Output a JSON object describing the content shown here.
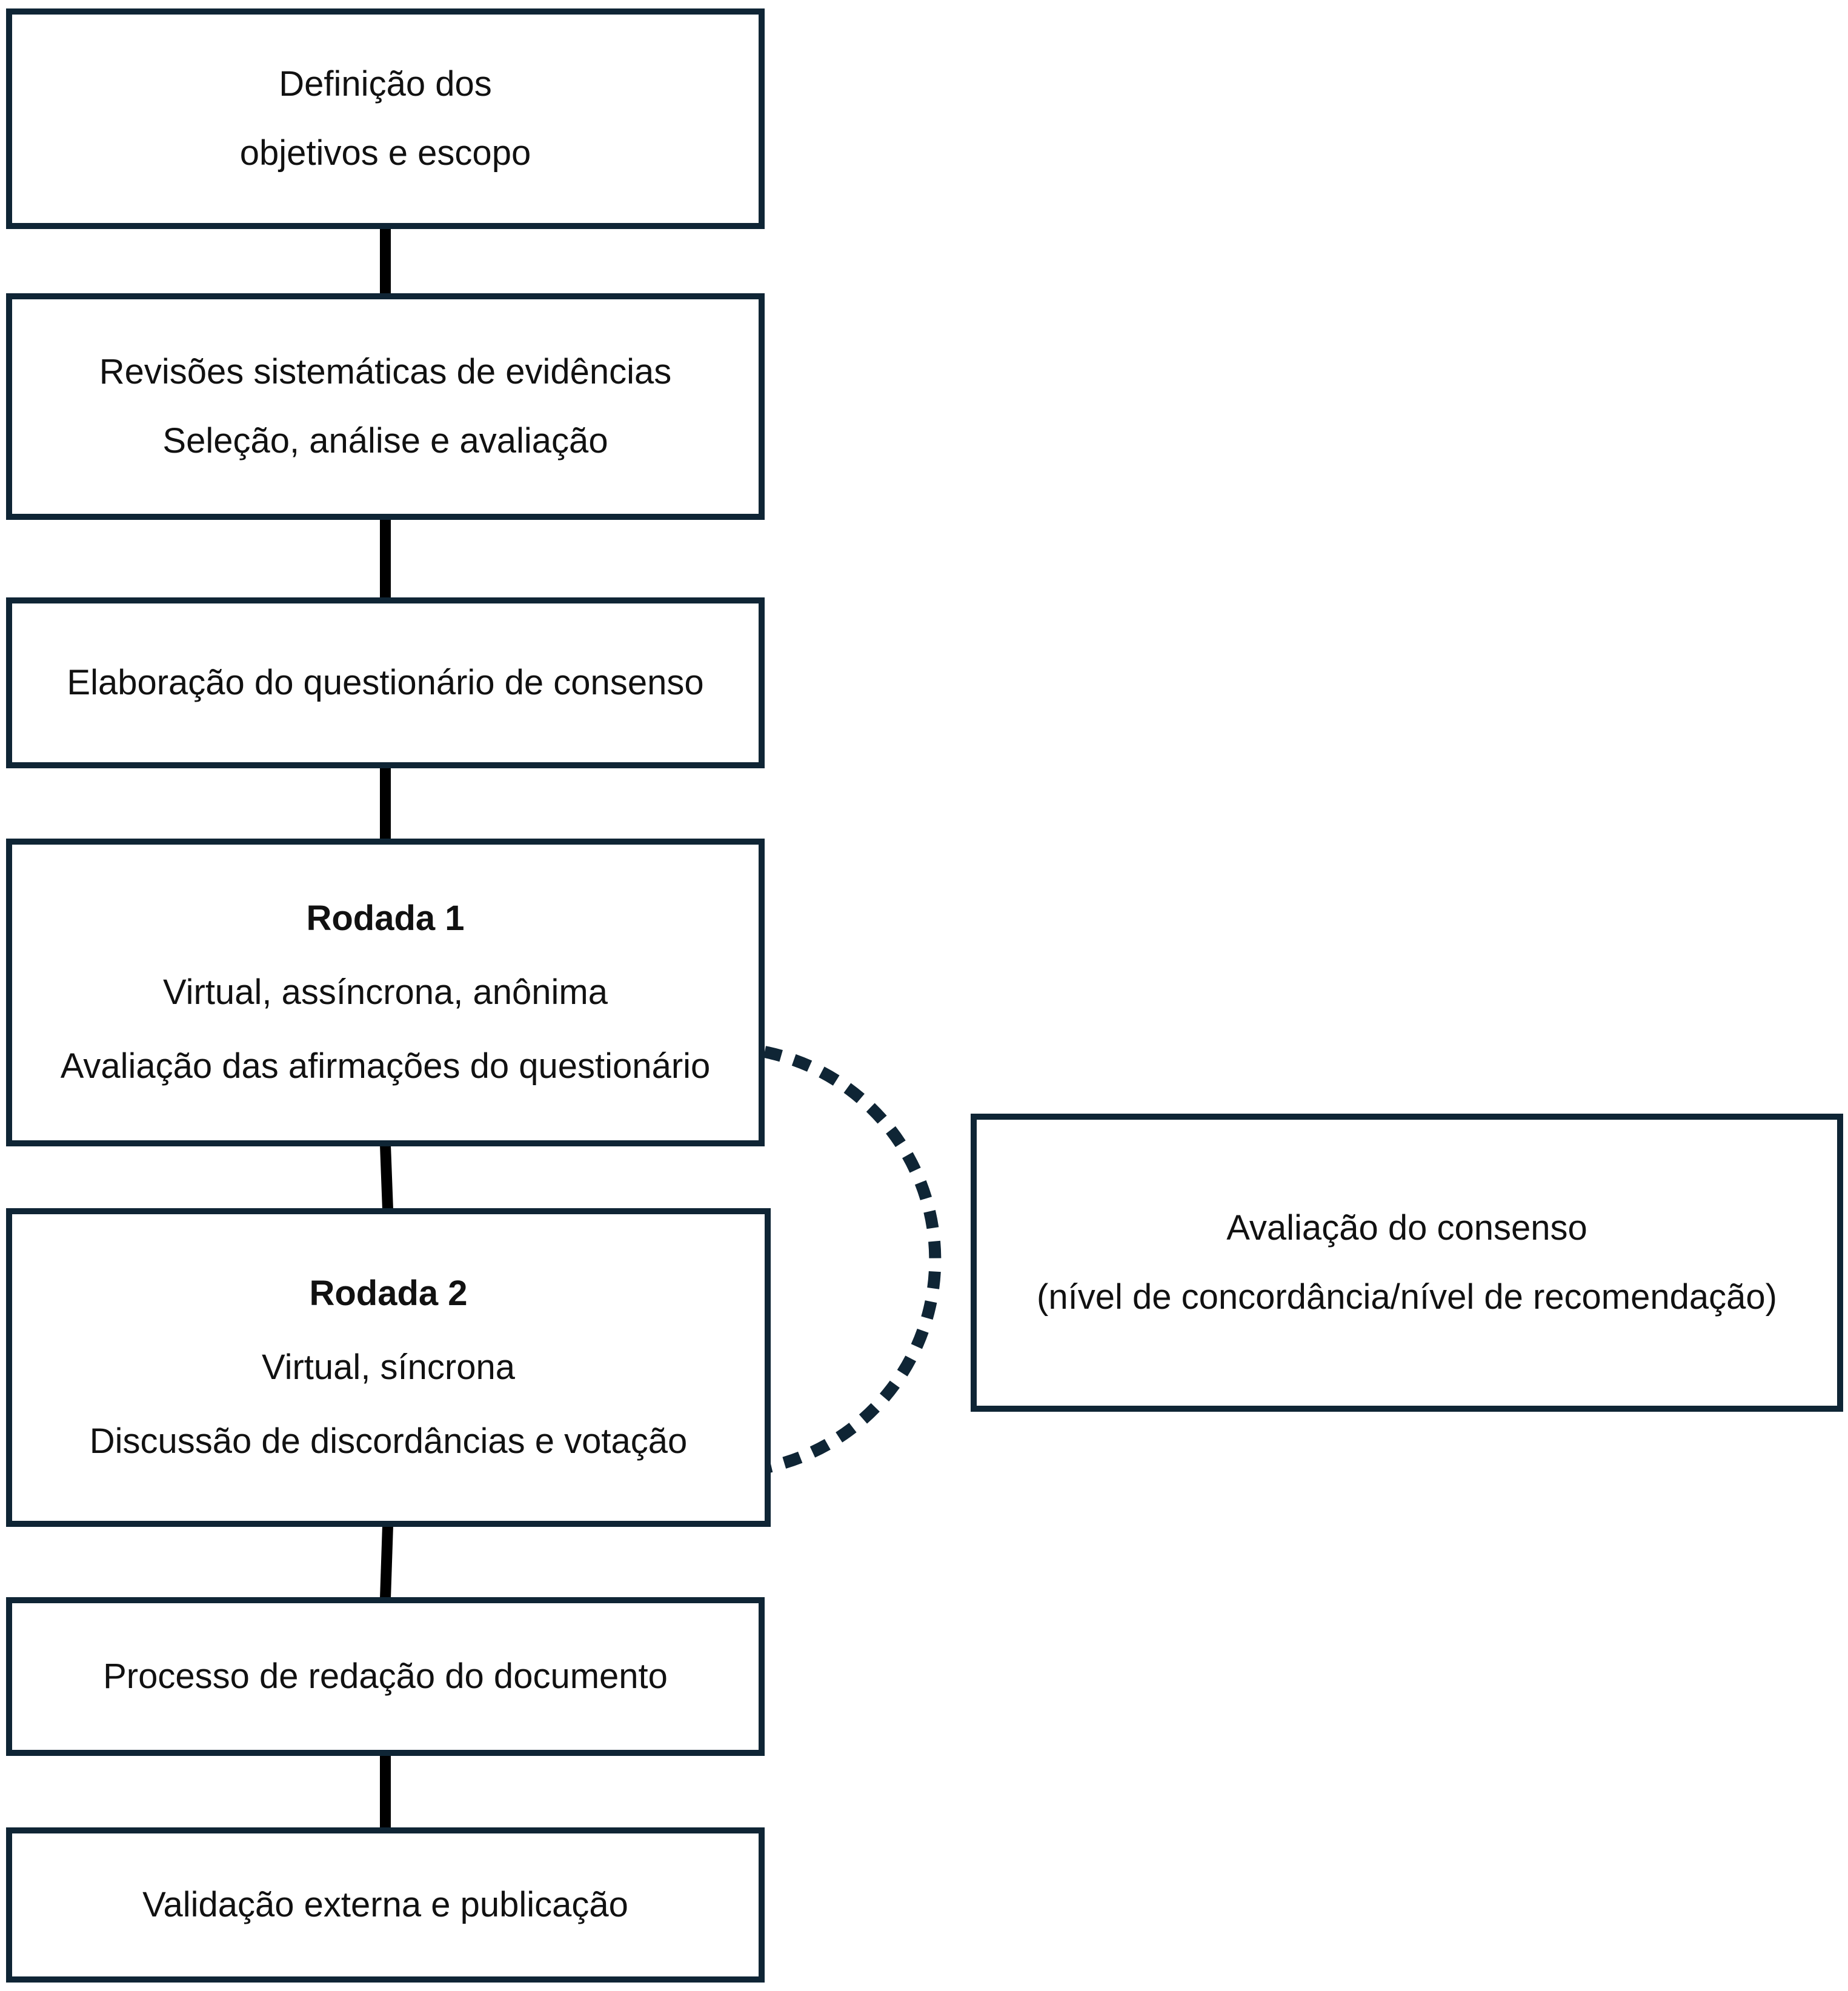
{
  "colors": {
    "box_border": "#0f2535",
    "connector": "#000000",
    "dotted_loop": "#0f2535",
    "background": "#ffffff"
  },
  "boxes": {
    "objectives": {
      "line1": "Definição dos",
      "line2": "objetivos e escopo"
    },
    "reviews": {
      "line1": "Revisões sistemáticas de evidências",
      "line2": "Seleção, análise e avaliação"
    },
    "questionnaire": {
      "line1": "Elaboração do questionário de consenso"
    },
    "round1": {
      "title": "Rodada 1",
      "line1": "Virtual, assíncrona, anônima",
      "line2": "Avaliação das afirmações do questionário"
    },
    "round2": {
      "title": "Rodada 2",
      "line1": "Virtual, síncrona",
      "line2": "Discussão de discordâncias e votação"
    },
    "drafting": {
      "line1": "Processo de redação do documento"
    },
    "validation": {
      "line1": "Validação externa e publicação"
    },
    "consensus": {
      "line1": "Avaliação do consenso",
      "line2": "(nível de concordância/nível de recomendação)"
    }
  }
}
